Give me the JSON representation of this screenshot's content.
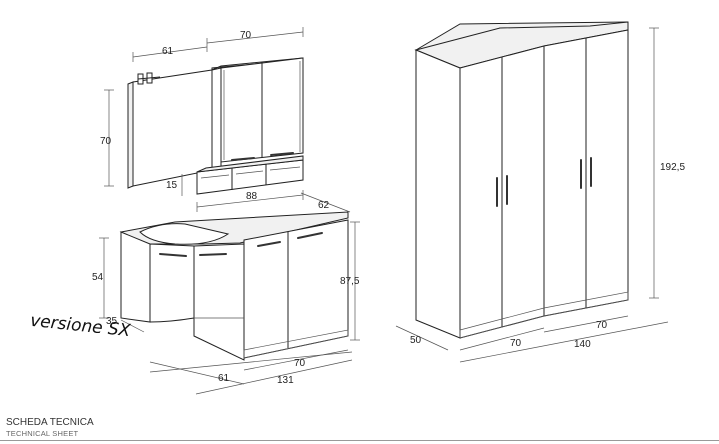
{
  "version_label": "versione SX",
  "footer": {
    "title": "SCHEDA TECNICA",
    "subtitle": "TECHNICAL SHEET"
  },
  "dimensions": {
    "mirror_width": "61",
    "cabinet_width": "70",
    "mirror_height": "70",
    "shelf_height": "15",
    "shelf_width": "88",
    "base_depth": "62",
    "base_sink_height": "54",
    "base_total_height": "87,5",
    "base_depth_small": "35",
    "base_width_right": "70",
    "base_width_left": "61",
    "base_width_total": "131",
    "wardrobe_height": "192,5",
    "wardrobe_depth": "50",
    "wardrobe_module_left": "70",
    "wardrobe_module_right": "70",
    "wardrobe_width_total": "140"
  }
}
